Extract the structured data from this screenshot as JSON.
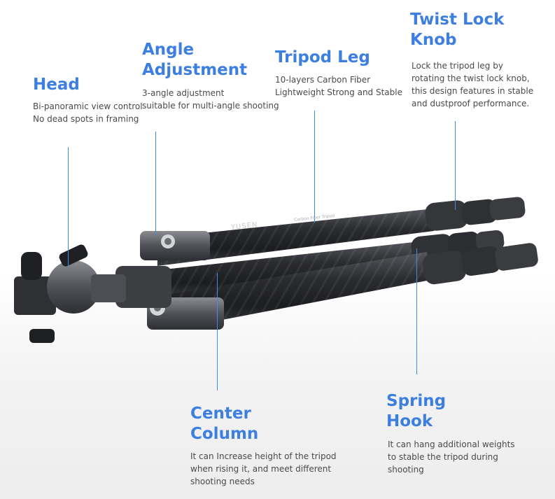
{
  "features": {
    "head": {
      "title": "Head",
      "desc": "Bi-panoramic view control\nNo dead spots in framing"
    },
    "angle": {
      "title": "Angle\nAdjustment",
      "desc": "3-angle adjustment\nsuitable for multi-angle shooting"
    },
    "leg": {
      "title": "Tripod Leg",
      "desc": "10-layers Carbon Fiber\nLightweight Strong and Stable"
    },
    "knob": {
      "title": "Twist Lock\nKnob",
      "desc": "Lock the tripod leg by\nrotating the twist lock knob,\nthis design features in stable\nand dustproof performance."
    },
    "center": {
      "title": "Center\nColumn",
      "desc": "It can Increase height of the tripod\nwhen rising it, and meet different\nshooting needs"
    },
    "spring": {
      "title": "Spring\nHook",
      "desc": "It can hang additional weights\nto stable the tripod during\nshooting"
    }
  },
  "product": {
    "brand": "YUSEN",
    "leg_print": "Carbon Fiber Tripod"
  },
  "colors": {
    "accent": "#3d7fe0",
    "line": "#3d8fe3",
    "carbon": "#2a2b2e"
  }
}
